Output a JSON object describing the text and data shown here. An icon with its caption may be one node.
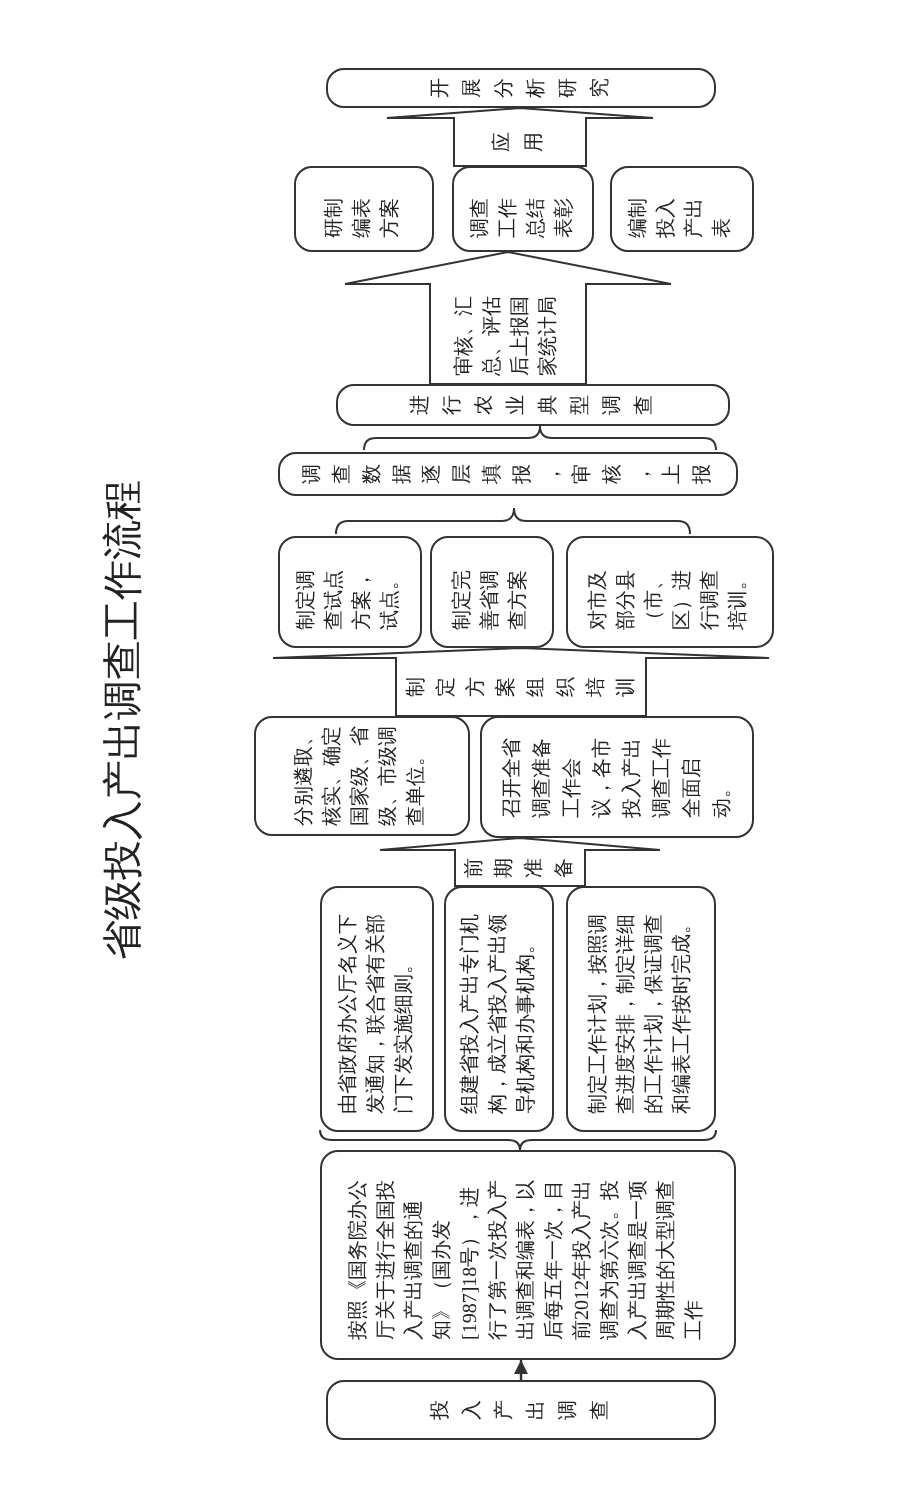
{
  "diagram": {
    "title": "省级投入产出调查工作流程",
    "nodes": [
      {
        "text": [
          "投入产出调查"
        ]
      },
      {
        "text": [
          "按照《国务院办公厅关于进行全国投入产出调查的通知》（国办发[1987]18号），进行了第一次投入产出调查和编表，以后每五年一次，目前2012年投入产出调查为第六次。投入产出调查是一项周期性的大型调查工作"
        ]
      },
      {
        "text": [
          "由省政府办公厅名义下发通知，联合省有关部门下发实施细则。"
        ]
      },
      {
        "text": [
          "组建省投入产出专门机构，成立省投入产出领导机构和办事机构。"
        ]
      },
      {
        "text": [
          "制定工作计划，按照调查进度安排，制定详细的工作计划，保证调查和编表工作按时完成。"
        ]
      },
      {
        "text": [
          "分别遴取、核实、确定国家级、省级、市级调查单位。"
        ]
      },
      {
        "text": [
          "召开全省调查准备工作会议，各市投入产出调查工作全面启动。"
        ]
      },
      {
        "text": [
          "制定调查试点方案，试点。"
        ]
      },
      {
        "text": [
          "制定完善省调查方案"
        ]
      },
      {
        "text": [
          "对市及部分县（市、区）进行调查培训。"
        ]
      },
      {
        "text": [
          "调查数据逐层填报，审核，上报"
        ]
      },
      {
        "text": [
          "进行农业典型调查"
        ]
      },
      {
        "text": [
          "研制编表方案"
        ]
      },
      {
        "text": [
          "调查工作总结表彰"
        ]
      },
      {
        "text": [
          "编制投入产出表"
        ]
      },
      {
        "text": [
          "开展分析研究"
        ]
      }
    ],
    "edges": [
      {
        "from": 0,
        "to": 1,
        "arrow": "to"
      },
      {
        "from": 2,
        "to": 5,
        "arrow": "to",
        "label": "前期准备"
      },
      {
        "from": 3,
        "to": 5,
        "arrow": "to"
      },
      {
        "from": 4,
        "to": 5,
        "arrow": "to"
      },
      {
        "from": 2,
        "to": 6,
        "arrow": "to"
      },
      {
        "from": 3,
        "to": 6,
        "arrow": "to"
      },
      {
        "from": 4,
        "to": 6,
        "arrow": "to"
      },
      {
        "from": 5,
        "to": 7,
        "arrow": "to",
        "label": "制定方案组织培训"
      },
      {
        "from": 5,
        "to": 8,
        "arrow": "to"
      },
      {
        "from": 5,
        "to": 9,
        "arrow": "to"
      },
      {
        "from": 6,
        "to": 7,
        "arrow": "to"
      },
      {
        "from": 6,
        "to": 8,
        "arrow": "to"
      },
      {
        "from": 6,
        "to": 9,
        "arrow": "to"
      },
      {
        "from": 11,
        "to": 12,
        "arrow": "to",
        "label": "审核、汇总、评估后上报国家统计局"
      },
      {
        "from": 11,
        "to": 13,
        "arrow": "to"
      },
      {
        "from": 11,
        "to": 14,
        "arrow": "to"
      },
      {
        "from": 12,
        "to": 15,
        "arrow": "to",
        "label": "应用"
      },
      {
        "from": 13,
        "to": 15,
        "arrow": "to"
      },
      {
        "from": 14,
        "to": 15,
        "arrow": "to"
      }
    ]
  }
}
